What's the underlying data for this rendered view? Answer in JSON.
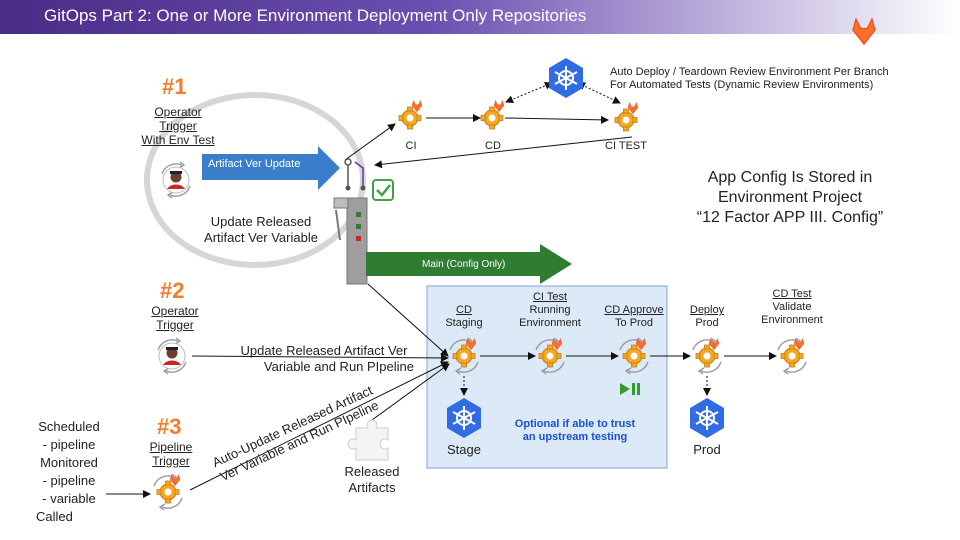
{
  "header": {
    "title": "GitOps Part 2: One or More Environment Deployment Only Repositories"
  },
  "operator1": {
    "number": "#1",
    "line1": "Operator",
    "line2": "Trigger",
    "line3": "With Env Test"
  },
  "artifact_arrow_label": "Artifact Ver Update",
  "update_released": {
    "line1": "Update Released",
    "line2": "Artifact Ver Variable"
  },
  "top_pipeline": {
    "ci": "CI",
    "cd": "CD",
    "ci_test": "CI TEST"
  },
  "auto_deploy": {
    "line1": "Auto Deploy / Teardown Review Environment Per Branch",
    "line2": "For Automated Tests (Dynamic Review Environments)"
  },
  "app_config": {
    "line1": "App Config Is Stored in",
    "line2": "Environment Project",
    "line3": "“12 Factor APP III. Config”"
  },
  "main_arrow_label": "Main  (Config Only)",
  "operator2": {
    "number": "#2",
    "line1": "Operator",
    "line2": "Trigger",
    "arrow_line1": "Update Released Artifact Ver",
    "arrow_line2": "Variable and Run PIpeline"
  },
  "operator3": {
    "number": "#3",
    "line1": "Pipeline",
    "line2": "Trigger",
    "arrow_line1": "Auto-Update Released Artifact",
    "arrow_line2": "Ver Variable and Run PIpeline"
  },
  "scheduled": {
    "l1": "Scheduled",
    "l2": "- pipeline",
    "l3": "Monitored",
    "l4": "- pipeline",
    "l5": "- variable",
    "l6": "Called"
  },
  "released_artifacts": {
    "line1": "Released",
    "line2": "Artifacts"
  },
  "stages": {
    "cd_staging": {
      "title": "CD",
      "sub": "Staging"
    },
    "ci_test": {
      "title": "CI Test",
      "sub1": "Running",
      "sub2": "Environment"
    },
    "cd_approve": {
      "title": "CD Approve",
      "sub": "To Prod"
    },
    "deploy_prod": {
      "title": "Deploy",
      "sub": "Prod"
    },
    "cd_test": {
      "title": "CD Test",
      "sub1": "Validate",
      "sub2": "Environment"
    }
  },
  "optional_note": {
    "line1": "Optional if able to trust",
    "line2": "an upstream testing"
  },
  "stage_label": "Stage",
  "prod_label": "Prod",
  "colors": {
    "gitlab_orange": "#fc6d26",
    "gear": "#f5a623",
    "k8s": "#326ce5",
    "green": "#2e7d32",
    "blue_arrow": "#3a7dc9",
    "box_fill": "#dce9f7"
  }
}
